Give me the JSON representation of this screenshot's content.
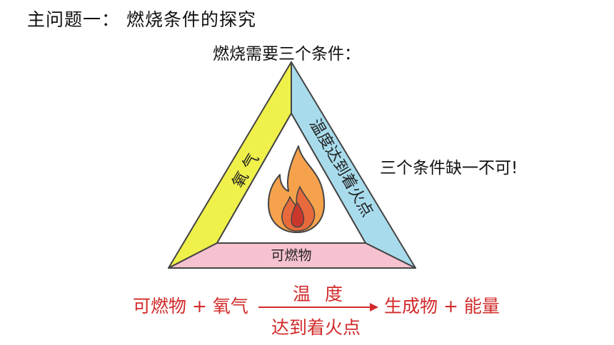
{
  "slide": {
    "heading": "主问题一： 燃烧条件的探究",
    "subheading": "燃烧需要三个条件：",
    "note": "三个条件缺一不可!"
  },
  "triangle": {
    "left_side_label": "氧 气",
    "right_side_label": "温度达到着火点",
    "bottom_label": "可燃物",
    "center_icon": "flame-icon",
    "colors": {
      "left": "#f0f04a",
      "right": "#a8dcec",
      "bottom": "#f6c2d0",
      "outline": "#444444",
      "flame_outer": "#f6a24c",
      "flame_inner": "#e05a3a"
    }
  },
  "equation": {
    "reactants": "可燃物 + 氧气",
    "condition_top": "温 度",
    "condition_bottom": "达到着火点",
    "products": "生成物 + 能量",
    "color": "#d22a2a"
  }
}
